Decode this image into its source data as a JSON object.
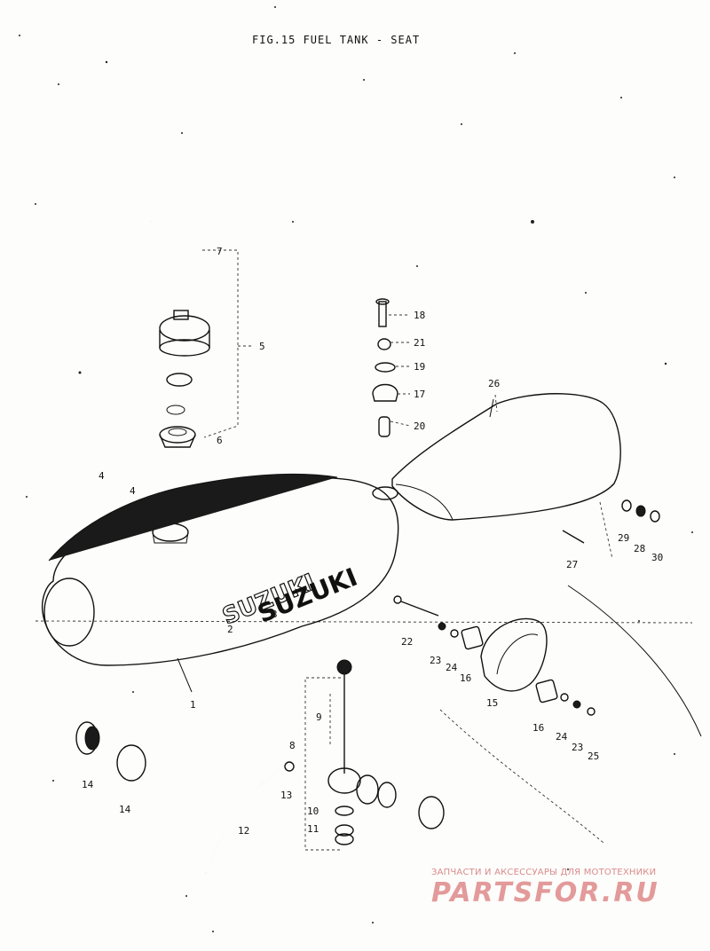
{
  "figure": {
    "title": "FIG.15  FUEL TANK - SEAT",
    "decal_text": "SUZUKI",
    "callouts": [
      "1",
      "2",
      "3",
      "4",
      "4",
      "5",
      "6",
      "7",
      "8",
      "9",
      "10",
      "11",
      "12",
      "13",
      "14",
      "14",
      "15",
      "16",
      "16",
      "17",
      "18",
      "19",
      "20",
      "21",
      "22",
      "23",
      "23",
      "24",
      "24",
      "25",
      "26",
      "27",
      "28",
      "29",
      "30"
    ]
  },
  "watermark": {
    "subtitle": "ЗАПЧАСТИ И АКСЕССУАРЫ ДЛЯ МОТОТЕХНИКИ",
    "brand": "PARTSFOR.RU"
  }
}
